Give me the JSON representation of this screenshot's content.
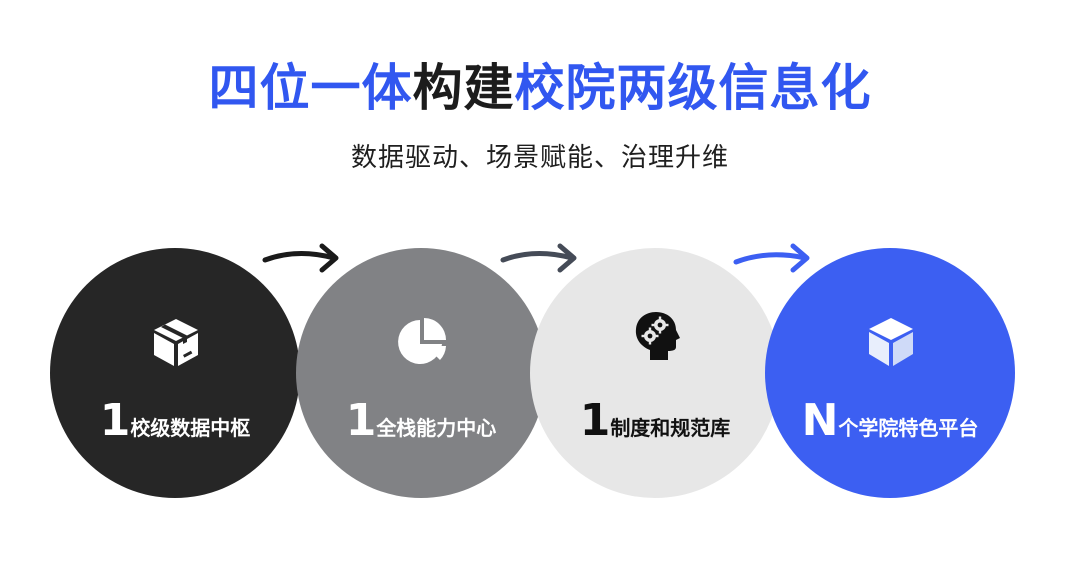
{
  "title": {
    "part1": "四位一体",
    "part2": "构建",
    "part3": "校院两级信息化"
  },
  "subtitle": "数据驱动、场景赋能、治理升维",
  "steps": [
    {
      "number": "1",
      "text": "校级数据中枢",
      "icon": "box-icon",
      "color": "#262626"
    },
    {
      "number": "1",
      "text": "全栈能力中心",
      "icon": "pie-chart-icon",
      "color": "#818285"
    },
    {
      "number": "1",
      "text": "制度和规范库",
      "icon": "head-gears-icon",
      "color": "#e7e7e7"
    },
    {
      "number": "N",
      "text": "个学院特色平台",
      "icon": "cube-icon",
      "color": "#3c5ff2"
    }
  ],
  "colors": {
    "accent": "#3157f0",
    "arrow1": "#1a1a1a",
    "arrow2": "#454b57",
    "arrow3": "#3c5ff2"
  }
}
